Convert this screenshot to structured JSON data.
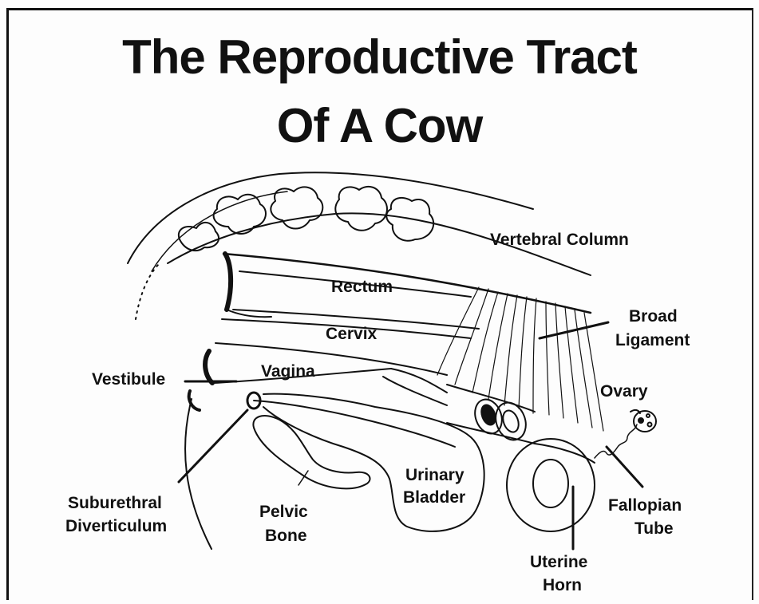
{
  "title": {
    "line1": "The Reproductive Tract",
    "line2": "Of A Cow"
  },
  "labels": {
    "vertebral_column": "Vertebral Column",
    "rectum": "Rectum",
    "cervix": "Cervix",
    "vagina": "Vagina",
    "vestibule": "Vestibule",
    "broad_ligament_1": "Broad",
    "broad_ligament_2": "Ligament",
    "ovary": "Ovary",
    "fallopian_tube_1": "Fallopian",
    "fallopian_tube_2": "Tube",
    "uterine_horn_1": "Uterine",
    "uterine_horn_2": "Horn",
    "urinary_bladder_1": "Urinary",
    "urinary_bladder_2": "Bladder",
    "pelvic_bone_1": "Pelvic",
    "pelvic_bone_2": "Bone",
    "suburethral_1": "Suburethral",
    "suburethral_2": "Diverticulum"
  }
}
